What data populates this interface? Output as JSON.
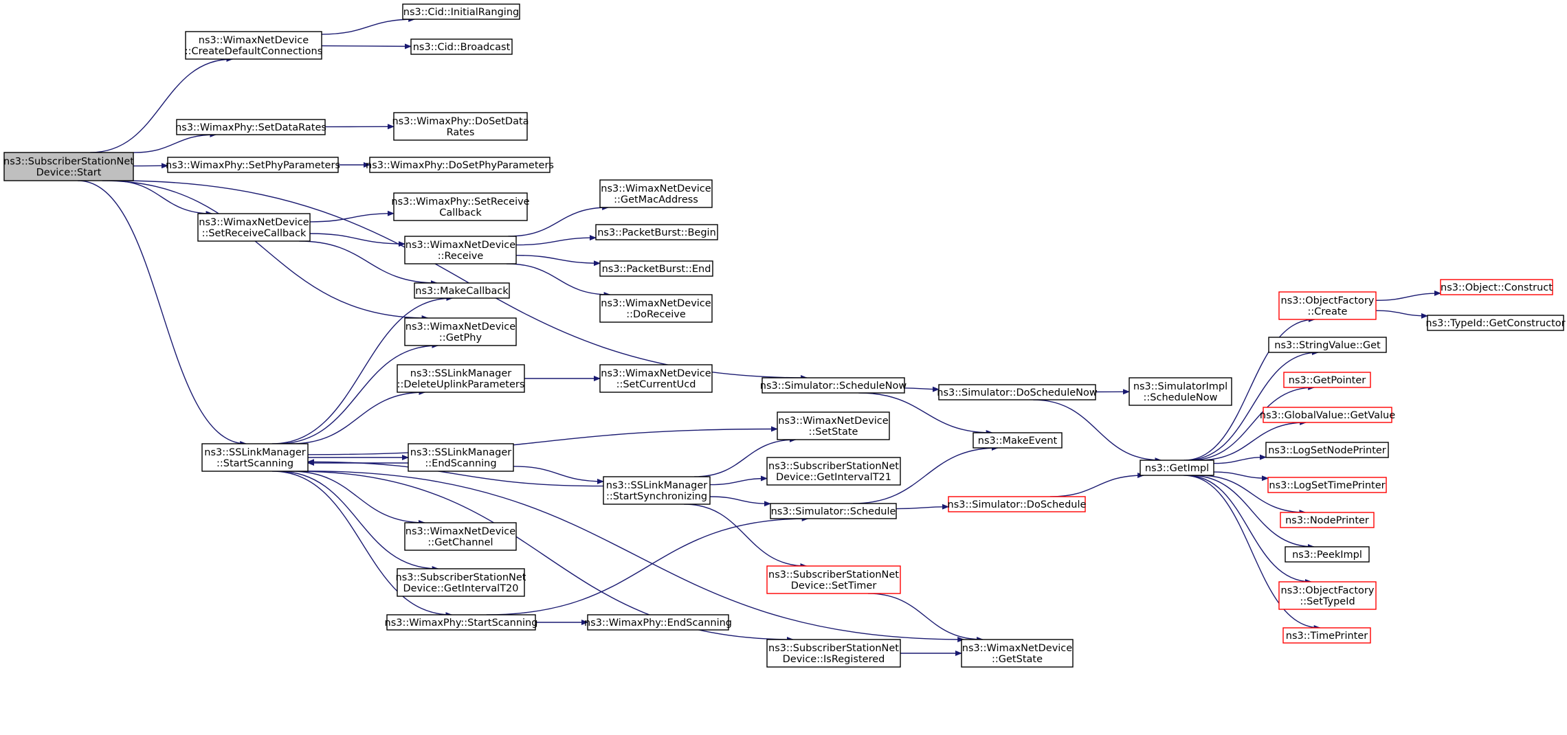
{
  "colors": {
    "edge": "#191970",
    "border_default": "#000000",
    "border_truncated": "#ff0000",
    "root_fill": "#bfbfbf",
    "node_fill": "#ffffff"
  },
  "nodes": [
    {
      "id": "start",
      "lines": [
        "ns3::SubscriberStationNet",
        "Device::Start"
      ],
      "style": "root"
    },
    {
      "id": "createdefconn",
      "lines": [
        "ns3::WimaxNetDevice",
        "::CreateDefaultConnections"
      ],
      "style": "normal"
    },
    {
      "id": "initialranging",
      "lines": [
        "ns3::Cid::InitialRanging"
      ],
      "style": "normal"
    },
    {
      "id": "broadcast",
      "lines": [
        "ns3::Cid::Broadcast"
      ],
      "style": "normal"
    },
    {
      "id": "setdatarates",
      "lines": [
        "ns3::WimaxPhy::SetDataRates"
      ],
      "style": "normal"
    },
    {
      "id": "dosetdatarates",
      "lines": [
        "ns3::WimaxPhy::DoSetData",
        "Rates"
      ],
      "style": "normal"
    },
    {
      "id": "setphyparams",
      "lines": [
        "ns3::WimaxPhy::SetPhyParameters"
      ],
      "style": "normal"
    },
    {
      "id": "dosetphyparams",
      "lines": [
        "ns3::WimaxPhy::DoSetPhyParameters"
      ],
      "style": "normal"
    },
    {
      "id": "setreceivecb_dev",
      "lines": [
        "ns3::WimaxNetDevice",
        "::SetReceiveCallback"
      ],
      "style": "normal"
    },
    {
      "id": "setreceivecb_phy",
      "lines": [
        "ns3::WimaxPhy::SetReceive",
        "Callback"
      ],
      "style": "normal"
    },
    {
      "id": "receive",
      "lines": [
        "ns3::WimaxNetDevice",
        "::Receive"
      ],
      "style": "normal"
    },
    {
      "id": "getmacaddress",
      "lines": [
        "ns3::WimaxNetDevice",
        "::GetMacAddress"
      ],
      "style": "normal"
    },
    {
      "id": "pbbegin",
      "lines": [
        "ns3::PacketBurst::Begin"
      ],
      "style": "normal"
    },
    {
      "id": "pbend",
      "lines": [
        "ns3::PacketBurst::End"
      ],
      "style": "normal"
    },
    {
      "id": "doreceive",
      "lines": [
        "ns3::WimaxNetDevice",
        "::DoReceive"
      ],
      "style": "normal"
    },
    {
      "id": "makecallback",
      "lines": [
        "ns3::MakeCallback"
      ],
      "style": "normal"
    },
    {
      "id": "getphy",
      "lines": [
        "ns3::WimaxNetDevice",
        "::GetPhy"
      ],
      "style": "normal"
    },
    {
      "id": "deleteuplink",
      "lines": [
        "ns3::SSLinkManager",
        "::DeleteUplinkParameters"
      ],
      "style": "normal"
    },
    {
      "id": "setcurrentucd",
      "lines": [
        "ns3::WimaxNetDevice",
        "::SetCurrentUcd"
      ],
      "style": "normal"
    },
    {
      "id": "startscanning",
      "lines": [
        "ns3::SSLinkManager",
        "::StartScanning"
      ],
      "style": "normal"
    },
    {
      "id": "endscanning",
      "lines": [
        "ns3::SSLinkManager",
        "::EndScanning"
      ],
      "style": "normal"
    },
    {
      "id": "startsync",
      "lines": [
        "ns3::SSLinkManager",
        "::StartSynchronizing"
      ],
      "style": "normal"
    },
    {
      "id": "setstate",
      "lines": [
        "ns3::WimaxNetDevice",
        "::SetState"
      ],
      "style": "normal"
    },
    {
      "id": "getintervalt21",
      "lines": [
        "ns3::SubscriberStationNet",
        "Device::GetIntervalT21"
      ],
      "style": "normal"
    },
    {
      "id": "schedule",
      "lines": [
        "ns3::Simulator::Schedule"
      ],
      "style": "normal"
    },
    {
      "id": "settimer",
      "lines": [
        "ns3::SubscriberStationNet",
        "Device::SetTimer"
      ],
      "style": "truncated"
    },
    {
      "id": "getchannel",
      "lines": [
        "ns3::WimaxNetDevice",
        "::GetChannel"
      ],
      "style": "normal"
    },
    {
      "id": "getintervalt20",
      "lines": [
        "ns3::SubscriberStationNet",
        "Device::GetIntervalT20"
      ],
      "style": "normal"
    },
    {
      "id": "phystartscanning",
      "lines": [
        "ns3::WimaxPhy::StartScanning"
      ],
      "style": "normal"
    },
    {
      "id": "phyendscanning",
      "lines": [
        "ns3::WimaxPhy::EndScanning"
      ],
      "style": "normal"
    },
    {
      "id": "isregistered",
      "lines": [
        "ns3::SubscriberStationNet",
        "Device::IsRegistered"
      ],
      "style": "normal"
    },
    {
      "id": "getstate",
      "lines": [
        "ns3::WimaxNetDevice",
        "::GetState"
      ],
      "style": "normal"
    },
    {
      "id": "schedulenow",
      "lines": [
        "ns3::Simulator::ScheduleNow"
      ],
      "style": "normal"
    },
    {
      "id": "doschedulenow",
      "lines": [
        "ns3::Simulator::DoScheduleNow"
      ],
      "style": "normal"
    },
    {
      "id": "implschedulenow",
      "lines": [
        "ns3::SimulatorImpl",
        "::ScheduleNow"
      ],
      "style": "normal"
    },
    {
      "id": "makeevent",
      "lines": [
        "ns3::MakeEvent"
      ],
      "style": "normal"
    },
    {
      "id": "doschedule",
      "lines": [
        "ns3::Simulator::DoSchedule"
      ],
      "style": "truncated"
    },
    {
      "id": "getimpl",
      "lines": [
        "ns3::GetImpl"
      ],
      "style": "normal"
    },
    {
      "id": "ofcreate",
      "lines": [
        "ns3::ObjectFactory",
        "::Create"
      ],
      "style": "truncated"
    },
    {
      "id": "objconstruct",
      "lines": [
        "ns3::Object::Construct"
      ],
      "style": "truncated"
    },
    {
      "id": "getconstructor",
      "lines": [
        "ns3::TypeId::GetConstructor"
      ],
      "style": "normal"
    },
    {
      "id": "stringvalueget",
      "lines": [
        "ns3::StringValue::Get"
      ],
      "style": "normal"
    },
    {
      "id": "getpointer",
      "lines": [
        "ns3::GetPointer"
      ],
      "style": "truncated"
    },
    {
      "id": "globalvalueget",
      "lines": [
        "ns3::GlobalValue::GetValue"
      ],
      "style": "truncated"
    },
    {
      "id": "logsetnodeprinter",
      "lines": [
        "ns3::LogSetNodePrinter"
      ],
      "style": "normal"
    },
    {
      "id": "logsettimeprinter",
      "lines": [
        "ns3::LogSetTimePrinter"
      ],
      "style": "truncated"
    },
    {
      "id": "nodeprinter",
      "lines": [
        "ns3::NodePrinter"
      ],
      "style": "truncated"
    },
    {
      "id": "peekimpl",
      "lines": [
        "ns3::PeekImpl"
      ],
      "style": "normal"
    },
    {
      "id": "ofsettypeid",
      "lines": [
        "ns3::ObjectFactory",
        "::SetTypeId"
      ],
      "style": "truncated"
    },
    {
      "id": "timeprinter",
      "lines": [
        "ns3::TimePrinter"
      ],
      "style": "truncated"
    }
  ],
  "edges": [
    [
      "start",
      "createdefconn"
    ],
    [
      "start",
      "schedulenow"
    ],
    [
      "start",
      "setdatarates"
    ],
    [
      "start",
      "setphyparams"
    ],
    [
      "start",
      "setreceivecb_dev"
    ],
    [
      "start",
      "getphy"
    ],
    [
      "start",
      "startscanning"
    ],
    [
      "createdefconn",
      "initialranging"
    ],
    [
      "createdefconn",
      "broadcast"
    ],
    [
      "setdatarates",
      "dosetdatarates"
    ],
    [
      "setphyparams",
      "dosetphyparams"
    ],
    [
      "setreceivecb_dev",
      "setreceivecb_phy"
    ],
    [
      "setreceivecb_dev",
      "receive"
    ],
    [
      "setreceivecb_dev",
      "makecallback"
    ],
    [
      "receive",
      "getmacaddress"
    ],
    [
      "receive",
      "pbbegin"
    ],
    [
      "receive",
      "pbend"
    ],
    [
      "receive",
      "doreceive"
    ],
    [
      "startscanning",
      "makecallback"
    ],
    [
      "startscanning",
      "getphy"
    ],
    [
      "startscanning",
      "deleteuplink"
    ],
    [
      "startscanning",
      "setstate"
    ],
    [
      "startscanning",
      "endscanning"
    ],
    [
      "startscanning",
      "getchannel"
    ],
    [
      "startscanning",
      "getintervalt20"
    ],
    [
      "startscanning",
      "phystartscanning"
    ],
    [
      "startscanning",
      "isregistered"
    ],
    [
      "startscanning",
      "getstate"
    ],
    [
      "deleteuplink",
      "setcurrentucd"
    ],
    [
      "endscanning",
      "startscanning"
    ],
    [
      "endscanning",
      "startsync"
    ],
    [
      "startsync",
      "startscanning"
    ],
    [
      "startsync",
      "setstate"
    ],
    [
      "startsync",
      "getintervalt21"
    ],
    [
      "startsync",
      "schedule"
    ],
    [
      "startsync",
      "settimer"
    ],
    [
      "phystartscanning",
      "phyendscanning"
    ],
    [
      "phystartscanning",
      "schedule"
    ],
    [
      "isregistered",
      "getstate"
    ],
    [
      "settimer",
      "getstate"
    ],
    [
      "schedulenow",
      "doschedulenow"
    ],
    [
      "schedulenow",
      "makeevent"
    ],
    [
      "doschedulenow",
      "implschedulenow"
    ],
    [
      "doschedulenow",
      "getimpl"
    ],
    [
      "schedule",
      "makeevent"
    ],
    [
      "schedule",
      "doschedule"
    ],
    [
      "doschedule",
      "getimpl"
    ],
    [
      "getimpl",
      "ofcreate"
    ],
    [
      "getimpl",
      "stringvalueget"
    ],
    [
      "getimpl",
      "getpointer"
    ],
    [
      "getimpl",
      "globalvalueget"
    ],
    [
      "getimpl",
      "logsetnodeprinter"
    ],
    [
      "getimpl",
      "logsettimeprinter"
    ],
    [
      "getimpl",
      "nodeprinter"
    ],
    [
      "getimpl",
      "peekimpl"
    ],
    [
      "getimpl",
      "ofsettypeid"
    ],
    [
      "getimpl",
      "timeprinter"
    ],
    [
      "ofcreate",
      "objconstruct"
    ],
    [
      "ofcreate",
      "getconstructor"
    ]
  ]
}
